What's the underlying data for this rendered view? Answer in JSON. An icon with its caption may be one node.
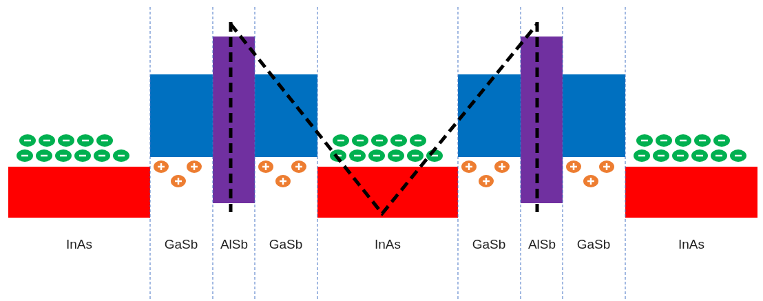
{
  "diagram": {
    "labels": [
      "InAs",
      "GaSb",
      "AlSb",
      "GaSb",
      "InAs",
      "GaSb",
      "AlSb",
      "GaSb",
      "InAs"
    ]
  }
}
